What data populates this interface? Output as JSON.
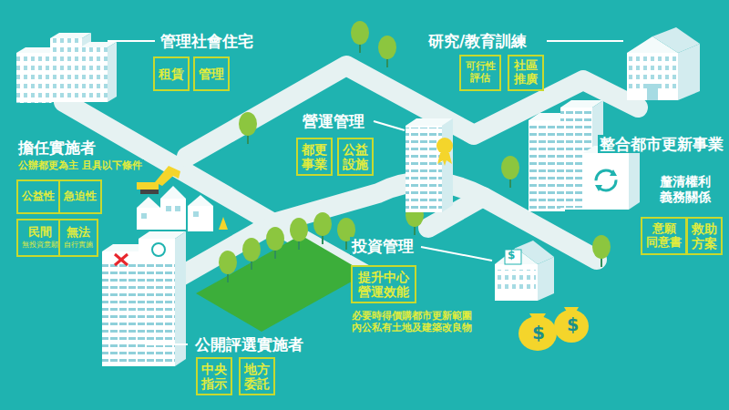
{
  "diagram": {
    "nodes": [
      {
        "text": [
          "租賃"
        ]
      },
      {
        "text": [
          "管理"
        ]
      },
      {
        "text": [
          "可行性 評估"
        ]
      },
      {
        "text": [
          "社區 推廣"
        ]
      },
      {
        "text": [
          "都更 事業"
        ]
      },
      {
        "text": [
          "公益 設施"
        ]
      },
      {
        "text": [
          "公益性"
        ]
      },
      {
        "text": [
          "急迫性"
        ]
      },
      {
        "text": [
          "民間",
          "無投資意願"
        ]
      },
      {
        "text": [
          "無法",
          "自行實施"
        ]
      },
      {
        "text": [
          "意願 同意書"
        ]
      },
      {
        "text": [
          "救助 方案"
        ]
      },
      {
        "text": [
          "提升中心 營運效能"
        ]
      },
      {
        "text": [
          "中央 指示"
        ]
      },
      {
        "text": [
          "地方 委託"
        ]
      }
    ],
    "labels": [
      "管理社會住宅",
      "研究/教育訓練",
      "營運管理",
      "擔任實施者",
      "公辦都更為主 且具以下條件",
      "整合都市更新事業",
      "釐清權利 義務關係",
      "投資管理",
      "必要時得價購都市更新範圍 內公私有土地及建築改良物",
      "公開評選實施者",
      "$",
      "$",
      "$"
    ]
  }
}
